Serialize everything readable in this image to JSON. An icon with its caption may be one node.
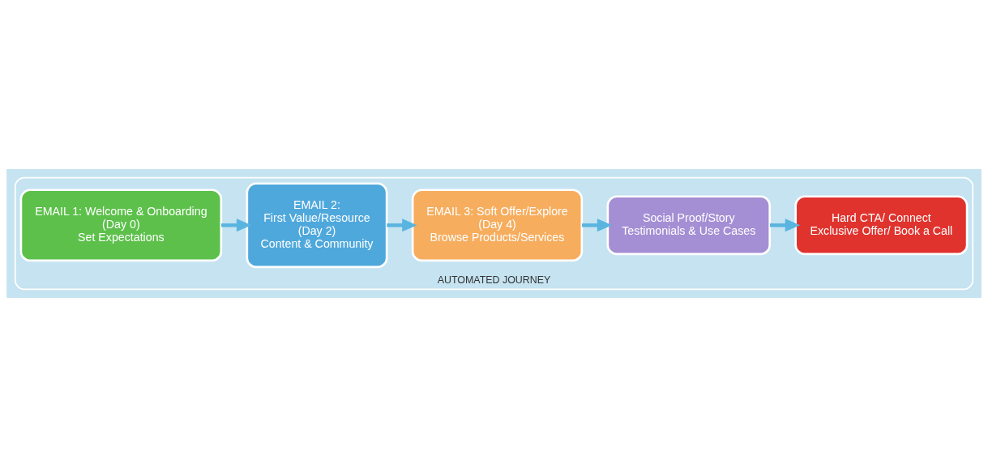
{
  "diagram": {
    "nodes": [
      {
        "text": [
          "AUTOMATED JOURNEY"
        ]
      },
      {
        "text": [
          "EMAIL 1: Welcome & Onboarding",
          "(Day 0)",
          "Set Expectations"
        ],
        "in": 0
      },
      {
        "text": [
          "EMAIL 2:",
          "First Value/Resource",
          "(Day 2)",
          "Content & Community"
        ],
        "in": 0
      },
      {
        "text": [
          "EMAIL 3: Soft Offer/Explore",
          "(Day 4)",
          "Browse Products/Services"
        ],
        "in": 0
      },
      {
        "text": [
          "Social Proof/Story",
          "Testimonials & Use Cases"
        ],
        "in": 0
      },
      {
        "text": [
          "Hard CTA/ Connect",
          "Exclusive Offer/ Book a Call"
        ],
        "in": 0
      }
    ],
    "edges": [
      {
        "from": 1,
        "to": 2,
        "arrow": "to"
      },
      {
        "from": 2,
        "to": 3,
        "arrow": "to"
      },
      {
        "from": 3,
        "to": 4,
        "arrow": "to"
      },
      {
        "from": 4,
        "to": 5,
        "arrow": "to"
      }
    ]
  }
}
